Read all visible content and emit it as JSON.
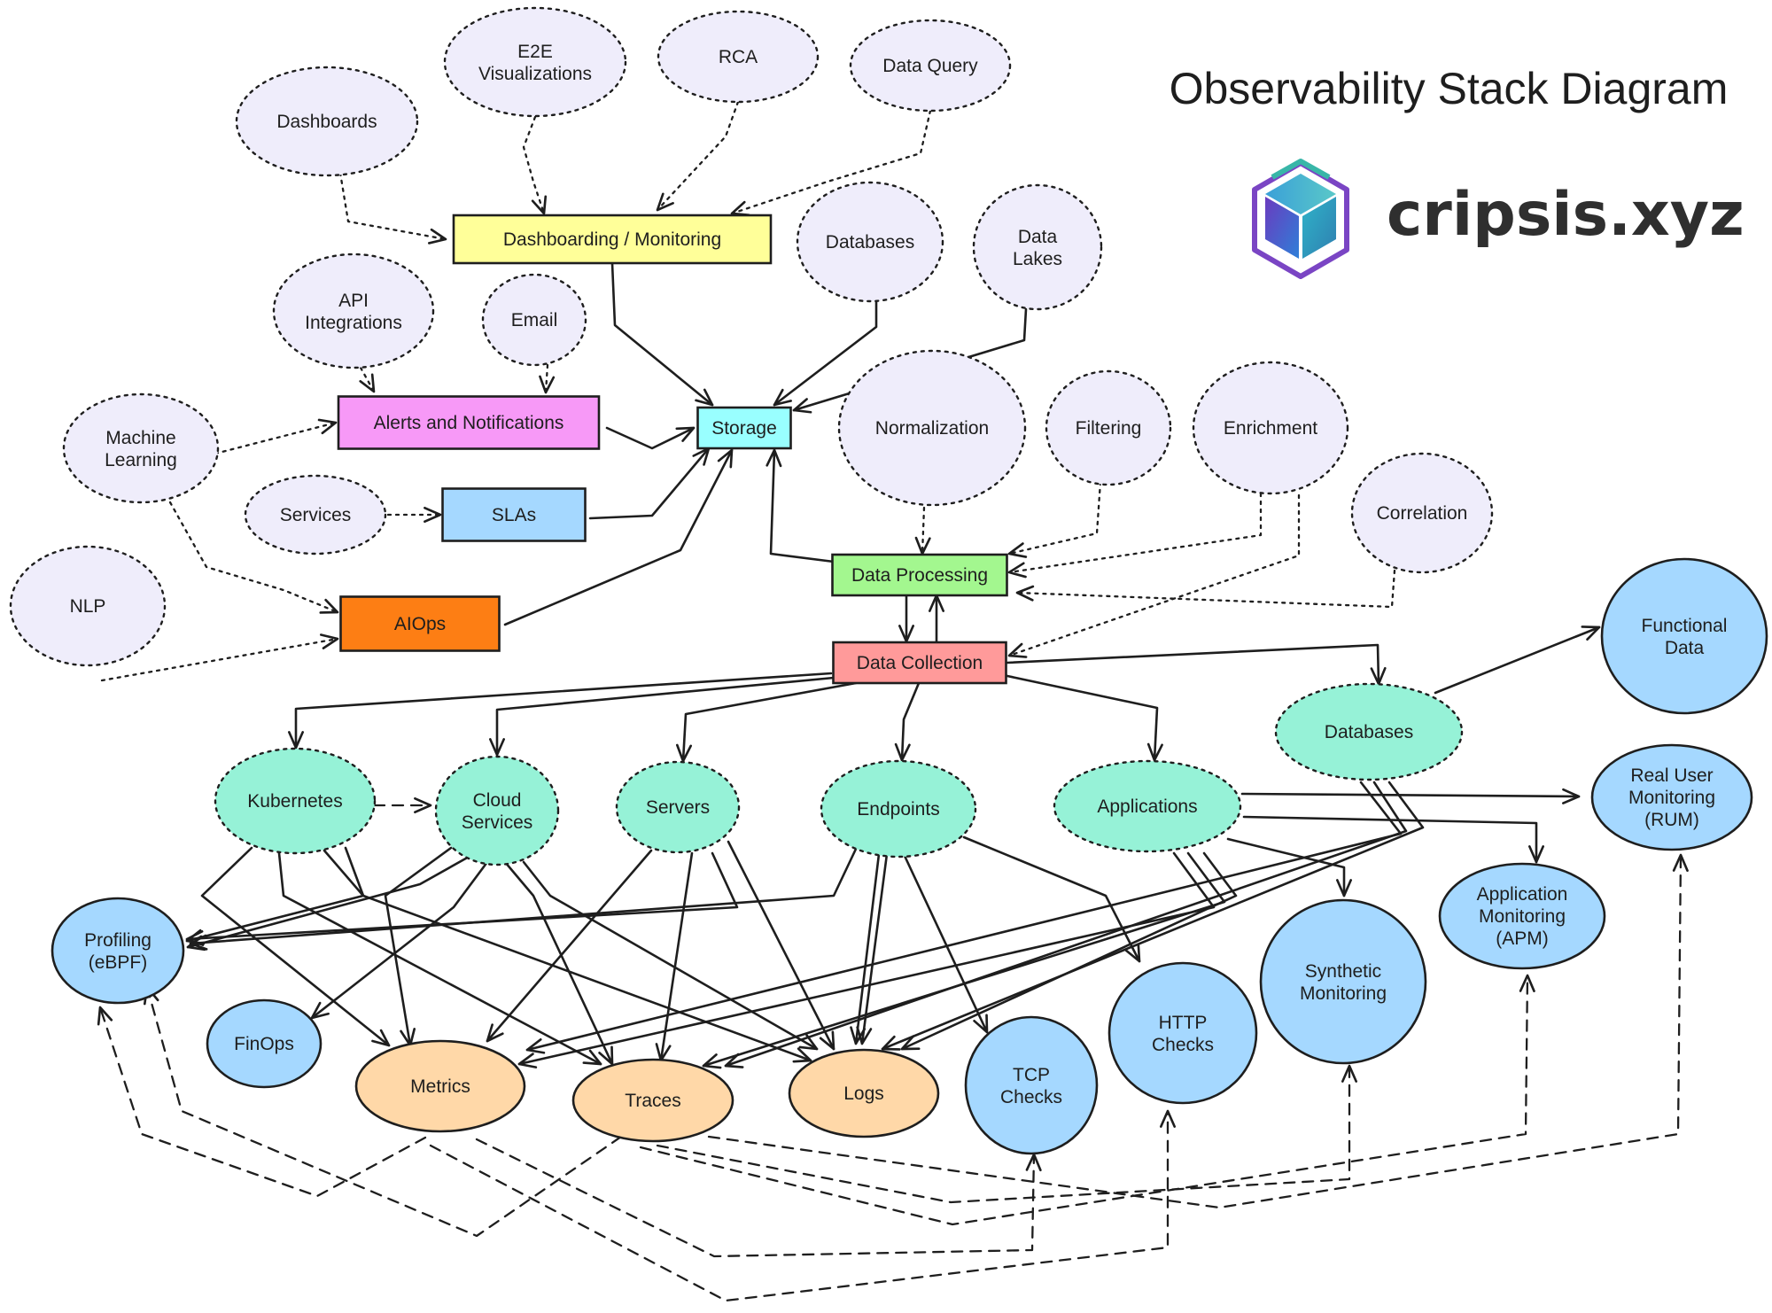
{
  "title": "Observability Stack Diagram",
  "brand": {
    "name": "cripsis.xyz",
    "logo_icon": "isometric-cube-icon"
  },
  "colors": {
    "lavender": "#efedfb",
    "yellow": "#ffff99",
    "magenta": "#f799f7",
    "cyan": "#99ffff",
    "lightblue": "#a5d8ff",
    "orange": "#fd7e14",
    "green": "#a3f78f",
    "red": "#ff9a9a",
    "mint": "#96f2d7",
    "peach": "#ffd8a8",
    "stroke": "#1e1e1e"
  },
  "nodes": {
    "dashboards": "Dashboards",
    "e2e_visualizations": "E2E\nVisualizations",
    "rca": "RCA",
    "data_query": "Data Query",
    "dashboarding_monitoring": "Dashboarding / Monitoring",
    "databases_top": "Databases",
    "data_lakes": "Data\nLakes",
    "api_integrations": "API\nIntegrations",
    "email": "Email",
    "alerts_notifications": "Alerts and Notifications",
    "storage": "Storage",
    "normalization": "Normalization",
    "filtering": "Filtering",
    "enrichment": "Enrichment",
    "machine_learning": "Machine\nLearning",
    "services": "Services",
    "slas": "SLAs",
    "correlation": "Correlation",
    "nlp": "NLP",
    "aiops": "AIOps",
    "data_processing": "Data Processing",
    "data_collection": "Data Collection",
    "functional_data": "Functional\nData",
    "databases_src": "Databases",
    "kubernetes": "Kubernetes",
    "cloud_services": "Cloud\nServices",
    "servers": "Servers",
    "endpoints": "Endpoints",
    "applications": "Applications",
    "rum": "Real User\nMonitoring\n(RUM)",
    "profiling": "Profiling\n(eBPF)",
    "apm": "Application\nMonitoring\n(APM)",
    "synthetic_monitoring": "Synthetic\nMonitoring",
    "http_checks": "HTTP\nChecks",
    "finops": "FinOps",
    "tcp_checks": "TCP\nChecks",
    "metrics": "Metrics",
    "traces": "Traces",
    "logs": "Logs"
  }
}
